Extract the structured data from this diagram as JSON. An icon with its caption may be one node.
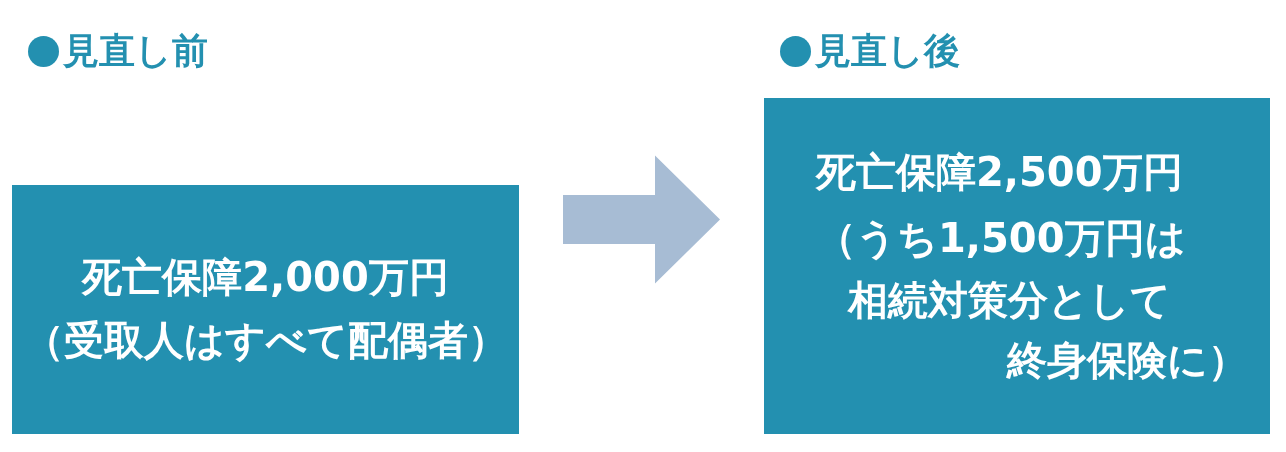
{
  "diagram": {
    "nodes": [
      {
        "text": [
          "見直し前",
          "死亡保障2,000万円",
          "（受取人はすべて配偶者）"
        ]
      },
      {
        "text": [
          "見直し後",
          "死亡保障2,500万円",
          "（うち1,500万円は",
          "相続対策分として",
          "終身保険に）"
        ]
      }
    ],
    "edges": [
      {
        "from": 0,
        "to": 1,
        "arrow": "to"
      }
    ]
  }
}
